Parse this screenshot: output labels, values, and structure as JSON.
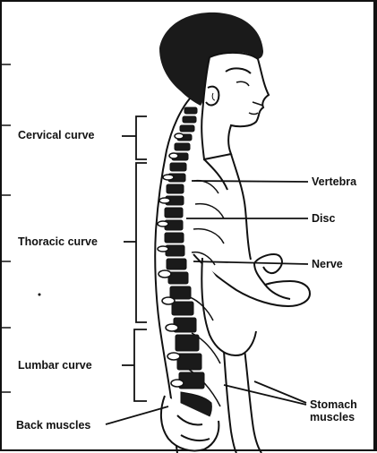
{
  "figure": {
    "labels": {
      "cervical_curve": "Cervical curve",
      "thoracic_curve": "Thoracic curve",
      "lumbar_curve": "Lumbar curve",
      "back_muscles": "Back muscles",
      "vertebra": "Vertebra",
      "disc": "Disc",
      "nerve": "Nerve",
      "stomach_muscles_line1": "Stomach",
      "stomach_muscles_line2": "muscles"
    },
    "colors": {
      "ink": "#111111",
      "paper": "#ffffff"
    }
  }
}
